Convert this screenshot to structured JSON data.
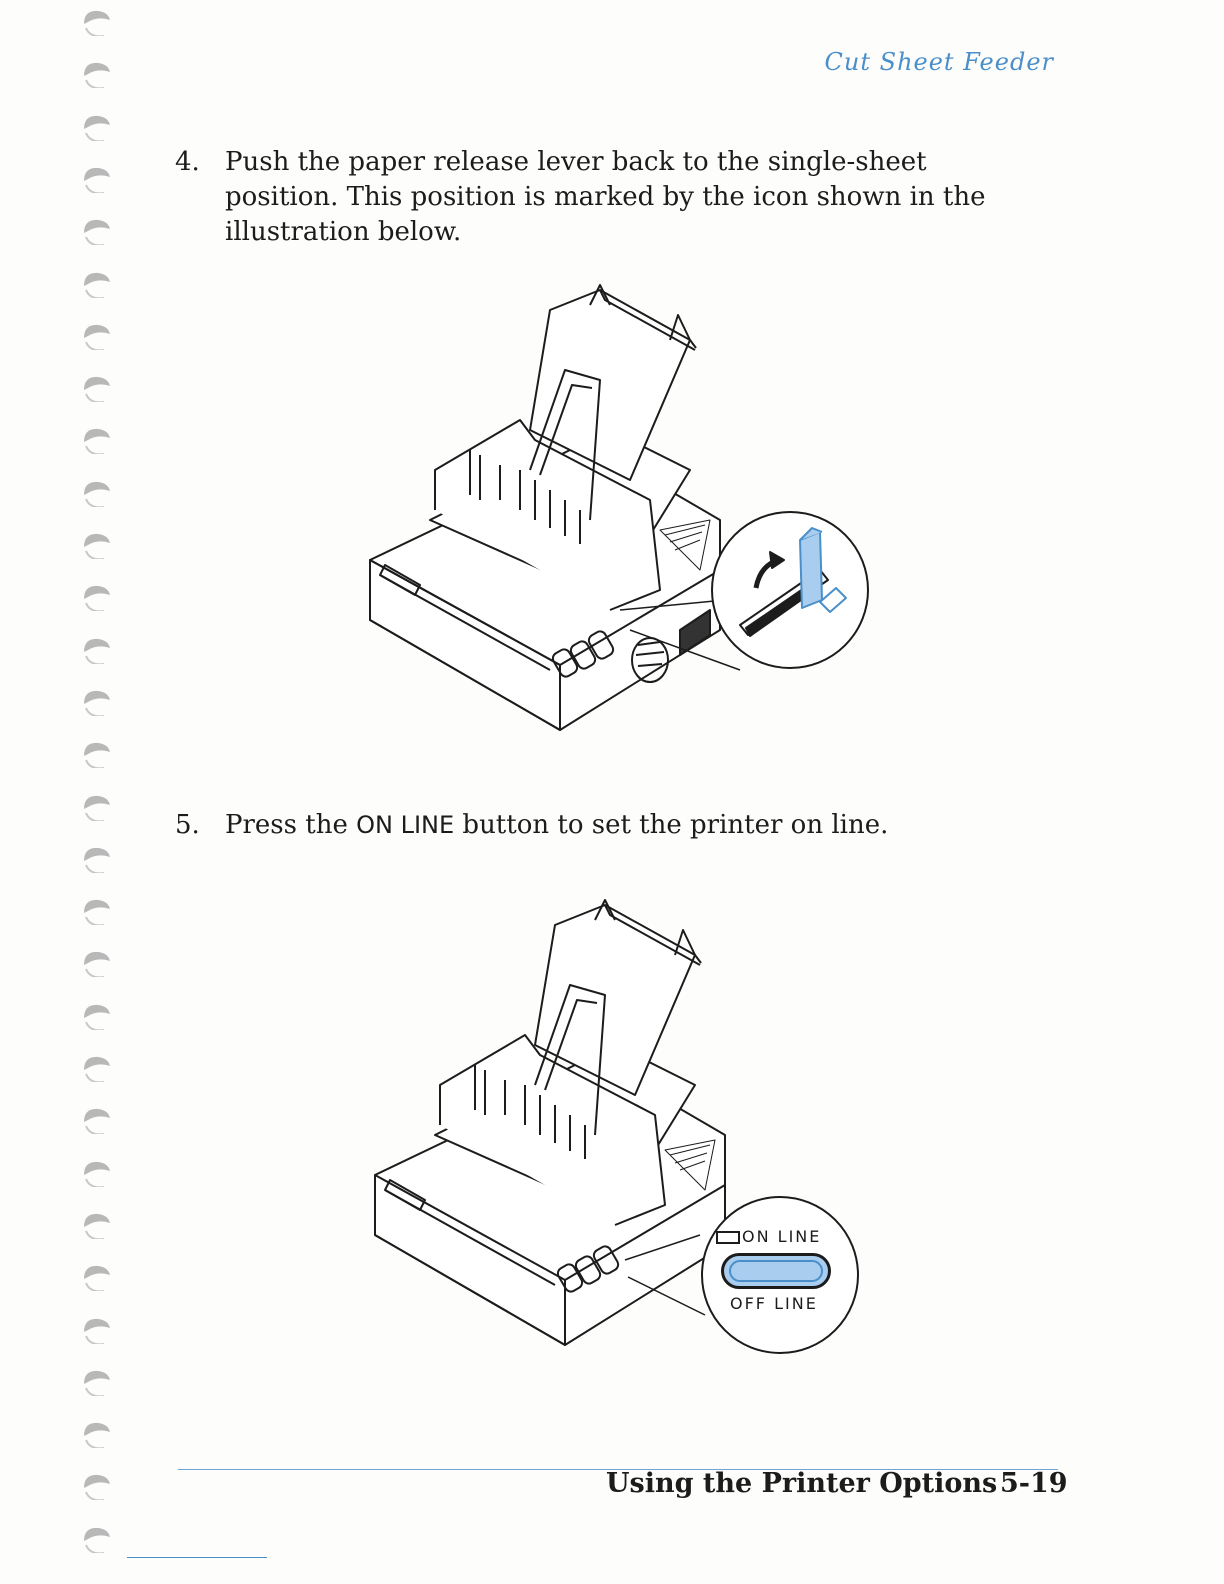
{
  "header": {
    "title": "Cut Sheet Feeder"
  },
  "steps": [
    {
      "number": "4.",
      "text": "Push the paper release lever back to the single-sheet position. This position is marked by the icon shown in the illustration below."
    },
    {
      "number": "5.",
      "text_before": "Press the",
      "button_name": "ON LINE",
      "text_after": "button to set the printer on line."
    }
  ],
  "illustration2": {
    "on_line_label": "ON LINE",
    "off_line_label": "OFF LINE"
  },
  "footer": {
    "section_title": "Using the Printer Options",
    "page_number": "5-19"
  },
  "colors": {
    "accent": "#4a8fc9",
    "highlight_fill": "#a9cdee"
  }
}
